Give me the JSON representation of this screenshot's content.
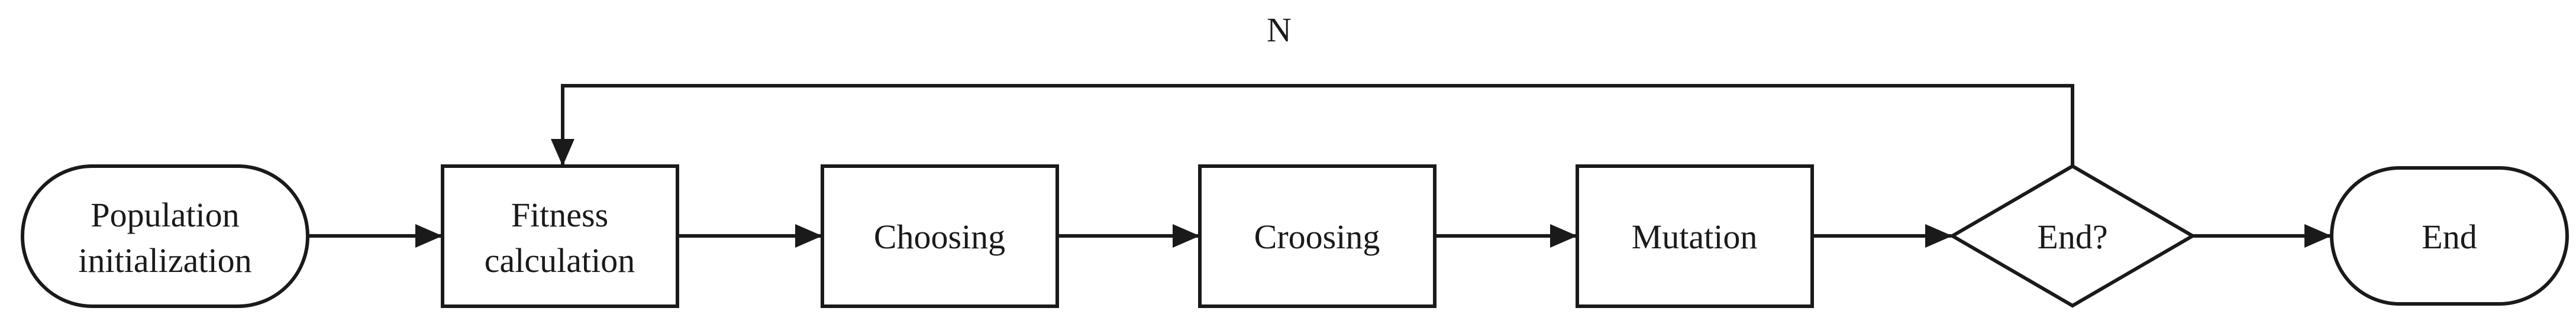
{
  "diagram": {
    "nodes": {
      "population_init": {
        "line1": "Population",
        "line2": "initialization"
      },
      "fitness": {
        "line1": "Fitness",
        "line2": "calculation"
      },
      "choosing": {
        "label": "Choosing"
      },
      "crossing": {
        "label": "Croosing"
      },
      "mutation": {
        "label": "Mutation"
      },
      "decision": {
        "label": "End?"
      },
      "end": {
        "label": "End"
      }
    },
    "loop_label": "N"
  }
}
